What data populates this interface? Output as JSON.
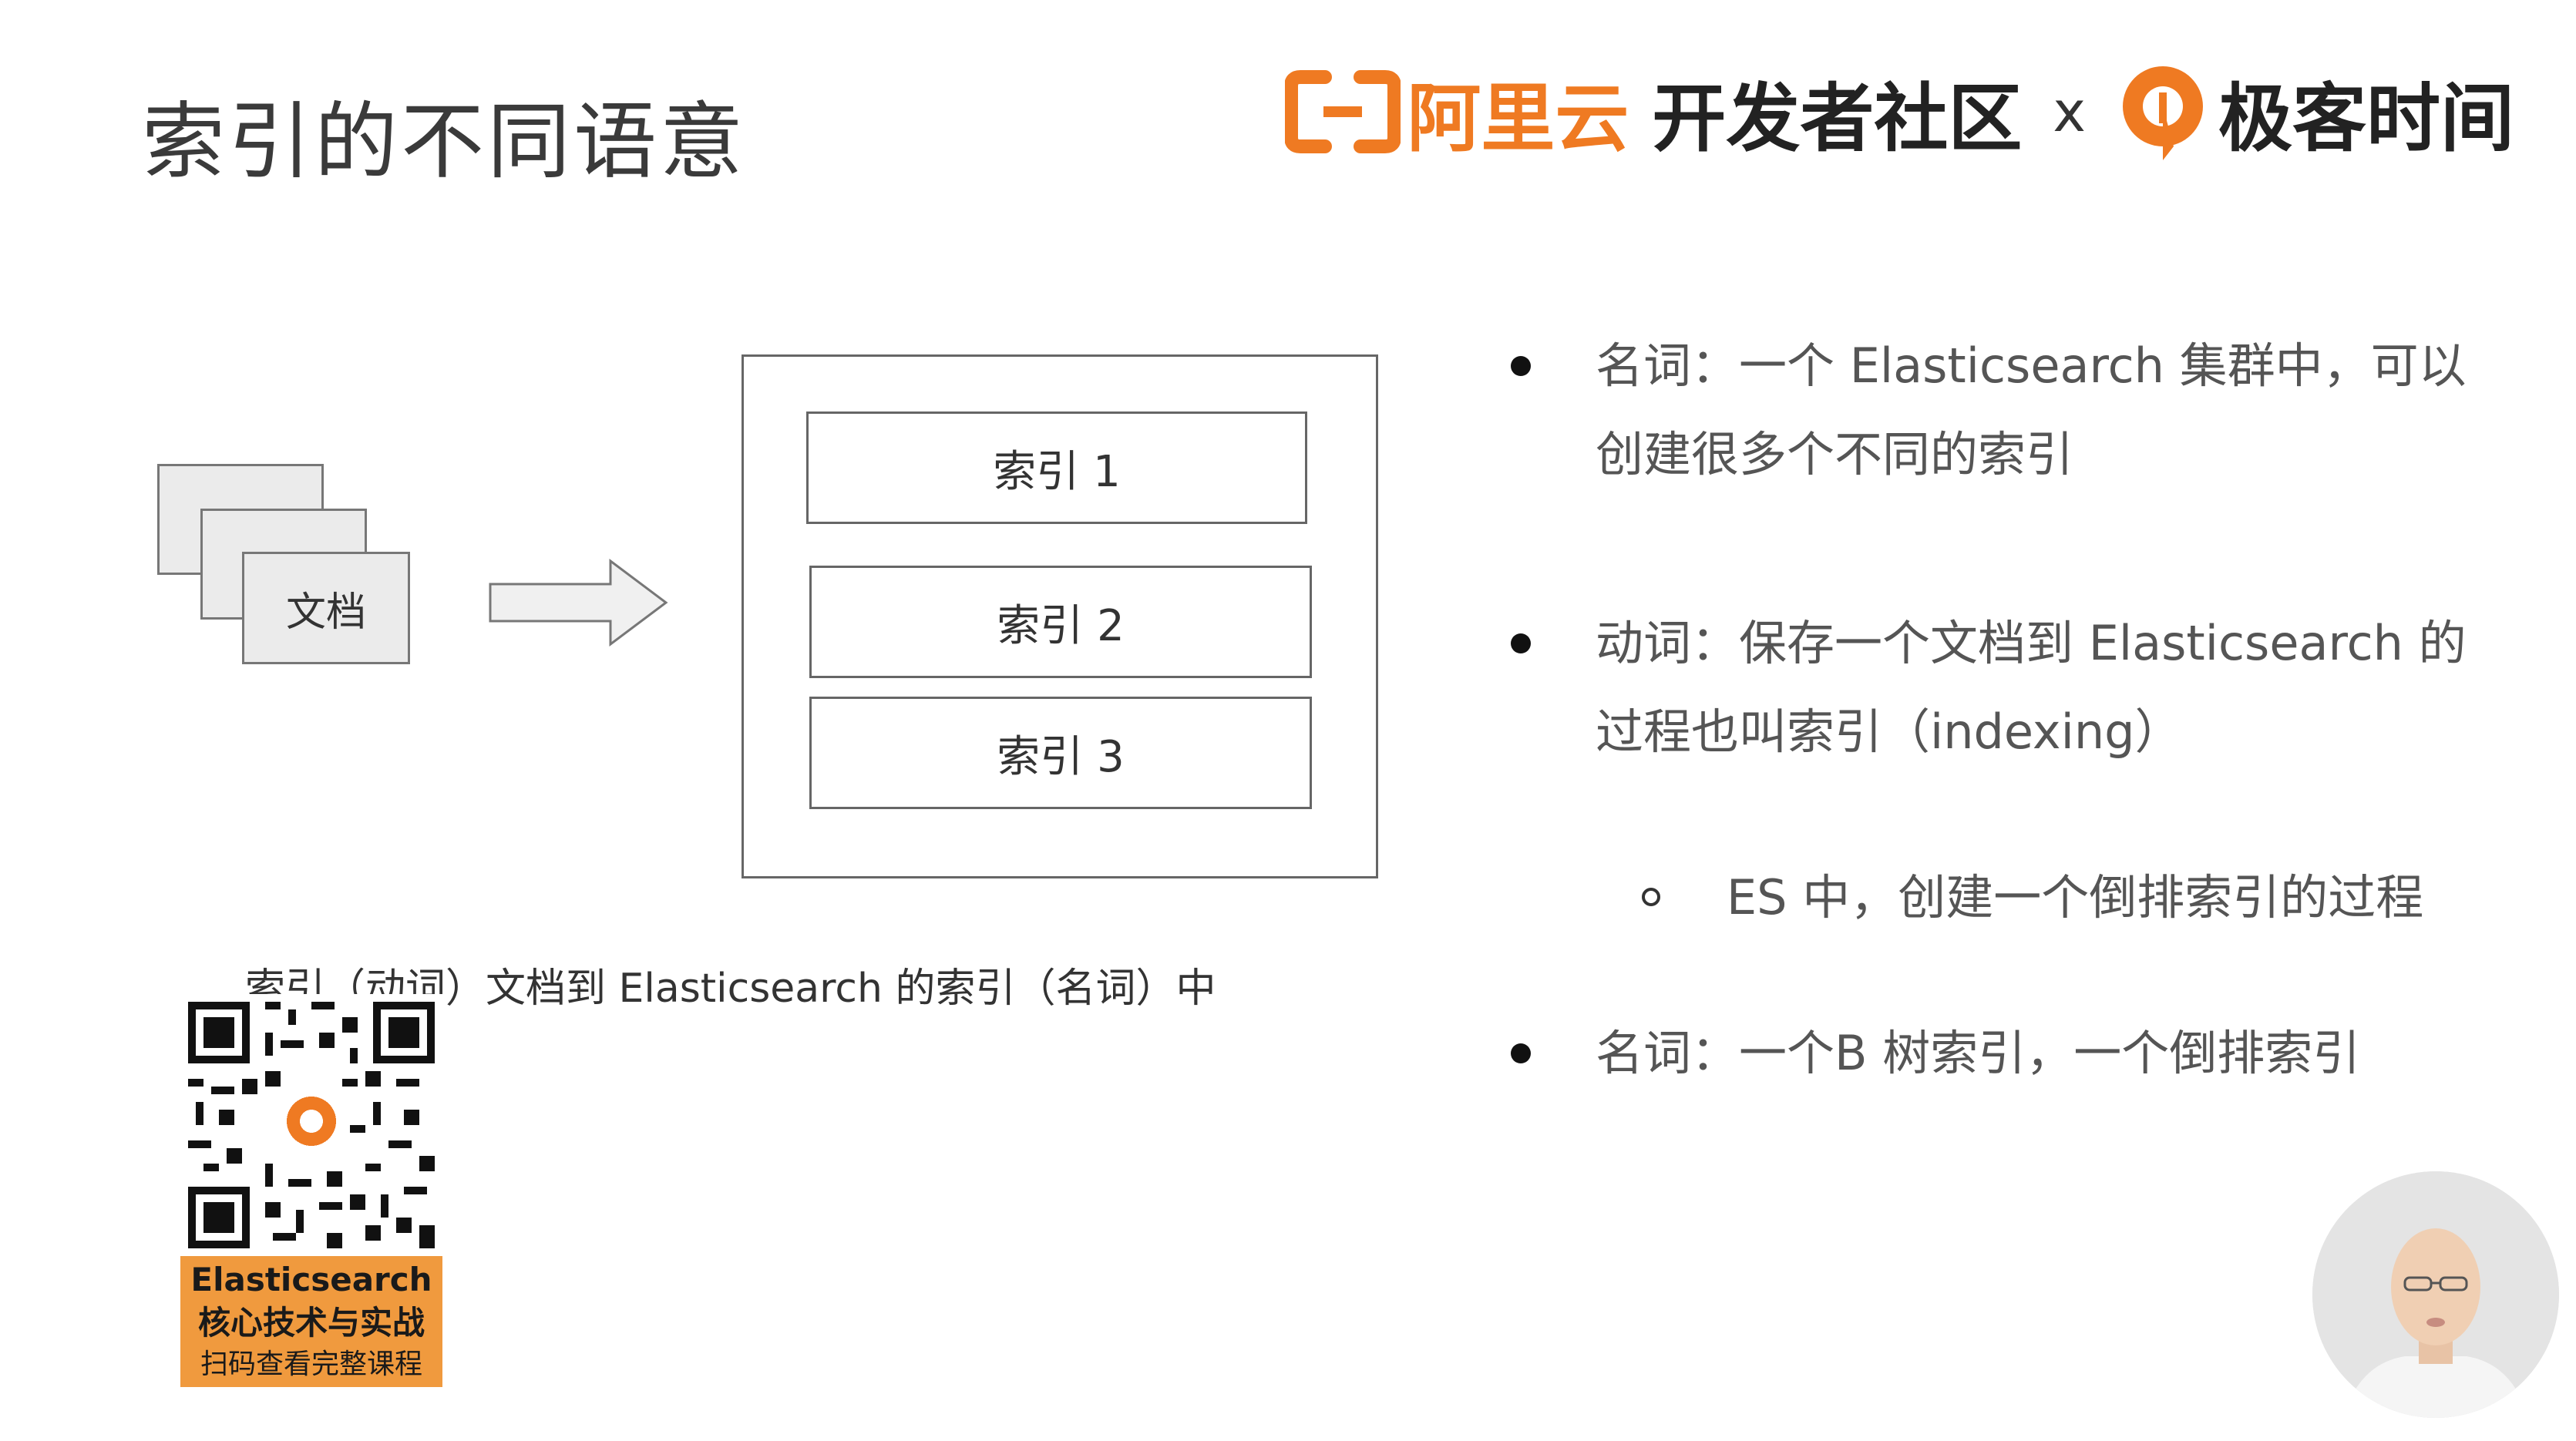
{
  "slide": {
    "title": "索引的不同语意"
  },
  "header": {
    "aliyun_text": "阿里云",
    "dev_text": "开发者社区",
    "separator": "x",
    "geek_text": "极客时间",
    "brand_orange": "#ef7a22"
  },
  "diagram": {
    "doc_label": "文档",
    "indices": [
      "索引 1",
      "索引 2",
      "索引 3"
    ],
    "caption": "索引（动词）文档到 Elasticsearch 的索引（名词）中"
  },
  "bullets": {
    "b1_line1": "名词：一个 Elasticsearch 集群中，可以",
    "b1_line2": "创建很多个不同的索引",
    "b2_line1": "动词：保存一个文档到 Elasticsearch 的",
    "b2_line2": "过程也叫索引（indexing）",
    "b2_sub": "ES 中，创建一个倒排索引的过程",
    "b3_line1": "名词：一个B 树索引，一个倒排索引"
  },
  "promo": {
    "line1": "Elasticsearch",
    "line2": "核心技术与实战",
    "line3": "扫码查看完整课程"
  },
  "icons": {
    "aliyun": "aliyun-logo-icon",
    "geek": "geek-logo-icon",
    "arrow": "right-arrow-icon",
    "qr": "qr-code-icon",
    "presenter": "presenter-avatar"
  }
}
